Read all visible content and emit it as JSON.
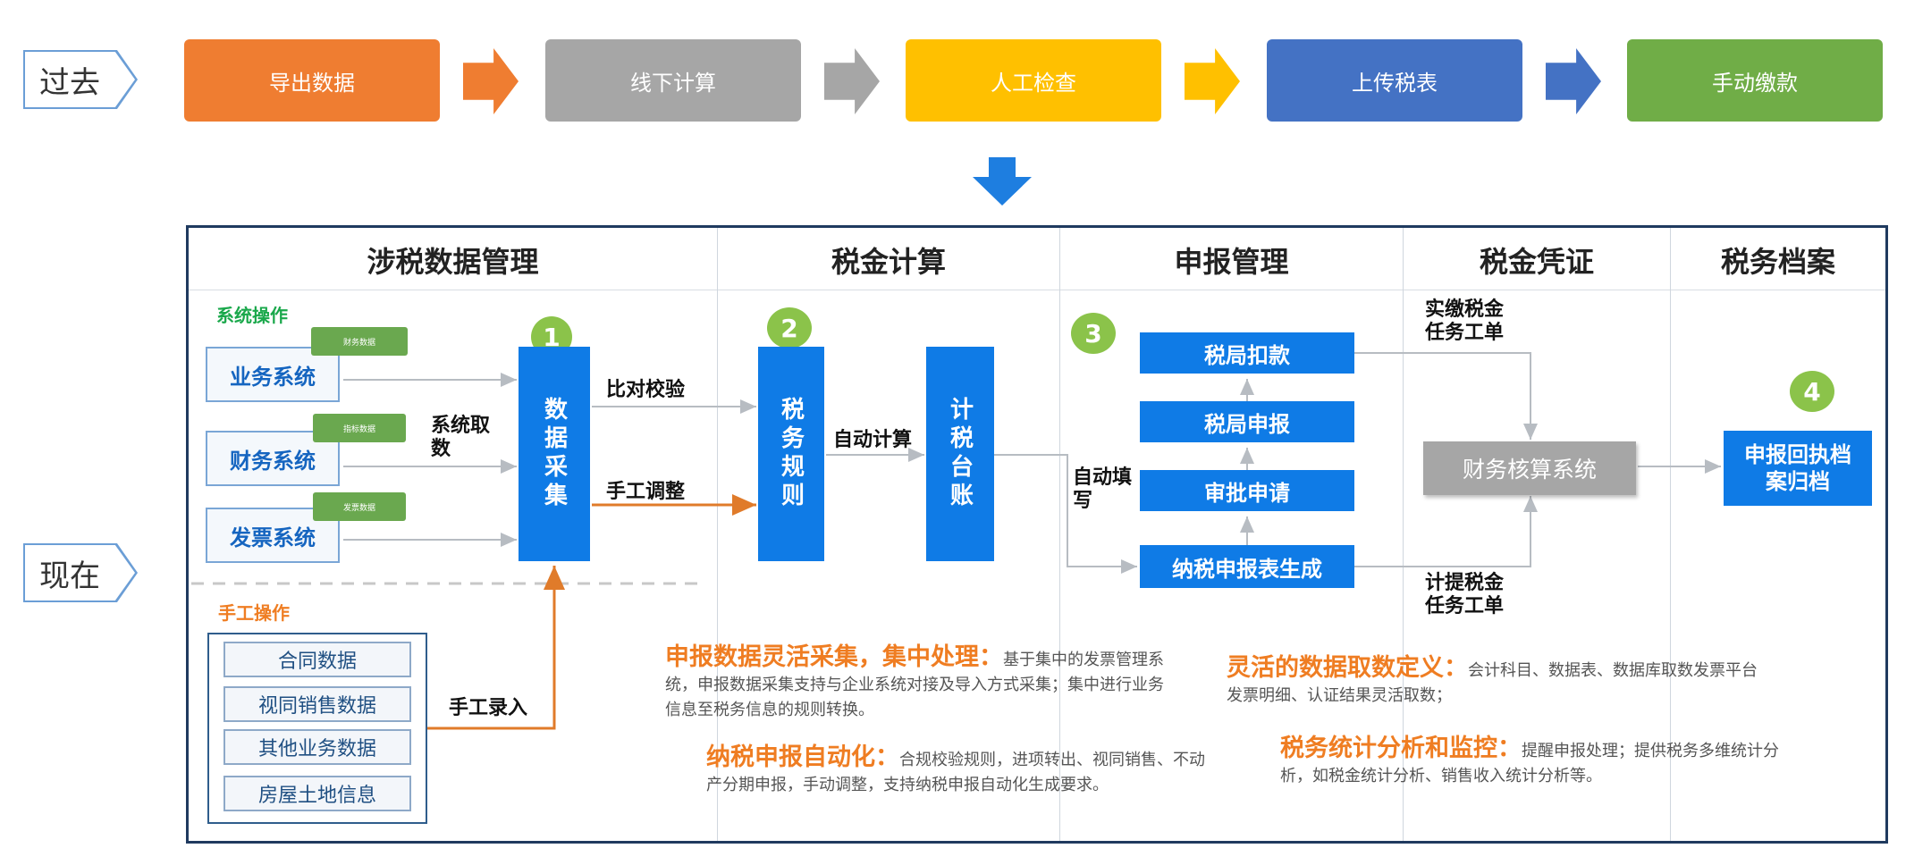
{
  "past": {
    "label": "过去",
    "steps": [
      {
        "label": "导出数据",
        "color": "#ef7d31"
      },
      {
        "label": "线下计算",
        "color": "#a6a6a6"
      },
      {
        "label": "人工检查",
        "color": "#ffc000"
      },
      {
        "label": "上传税表",
        "color": "#4472c4"
      },
      {
        "label": "手动缴款",
        "color": "#70ad47"
      }
    ]
  },
  "now": {
    "label": "现在"
  },
  "columns": [
    "涉税数据管理",
    "税金计算",
    "申报管理",
    "税金凭证",
    "税务档案"
  ],
  "sys_ops": {
    "title": "系统操作",
    "sources": [
      {
        "label": "业务系统",
        "tag": "财务数据"
      },
      {
        "label": "财务系统",
        "tag": "指标数据"
      },
      {
        "label": "发票系统",
        "tag": "发票数据"
      }
    ],
    "fetch_label": "系统取数"
  },
  "manual_ops": {
    "title": "手工操作",
    "items": [
      "合同数据",
      "视同销售数据",
      "其他业务数据",
      "房屋土地信息"
    ],
    "entry_label": "手工录入"
  },
  "steps": {
    "n1": "1",
    "n2": "2",
    "n3": "3",
    "n4": "4",
    "collect": "数据采集",
    "rules": "税务规则",
    "ledger": "计税台账",
    "compare": "比对校验",
    "adjust": "手工调整",
    "auto_calc": "自动计算",
    "auto_fill": "自动填写"
  },
  "declare": {
    "deduct": "税局扣款",
    "submit": "税局申报",
    "approve": "审批申请",
    "generate": "纳税申报表生成"
  },
  "voucher": {
    "paid": "实缴税金任务工单",
    "accrued": "计提税金任务工单",
    "system": "财务核算系统"
  },
  "archive": {
    "label": "申报回执档案归档"
  },
  "notes": [
    {
      "title": "申报数据灵活采集，集中处理：",
      "text": "基于集中的发票管理系统，申报数据采集支持与企业系统对接及导入方式采集；集中进行业务信息至税务信息的规则转换。"
    },
    {
      "title": "纳税申报自动化：",
      "text": "合规校验规则，进项转出、视同销售、不动产分期申报，手动调整，支持纳税申报自动化生成要求。"
    },
    {
      "title": "灵活的数据取数定义：",
      "text": "会计科目、数据表、数据库取数发票平台发票明细、认证结果灵活取数；"
    },
    {
      "title": "税务统计分析和监控：",
      "text": "提醒申报处理；提供税务多维统计分析，如税金统计分析、销售收入统计分析等。"
    }
  ]
}
